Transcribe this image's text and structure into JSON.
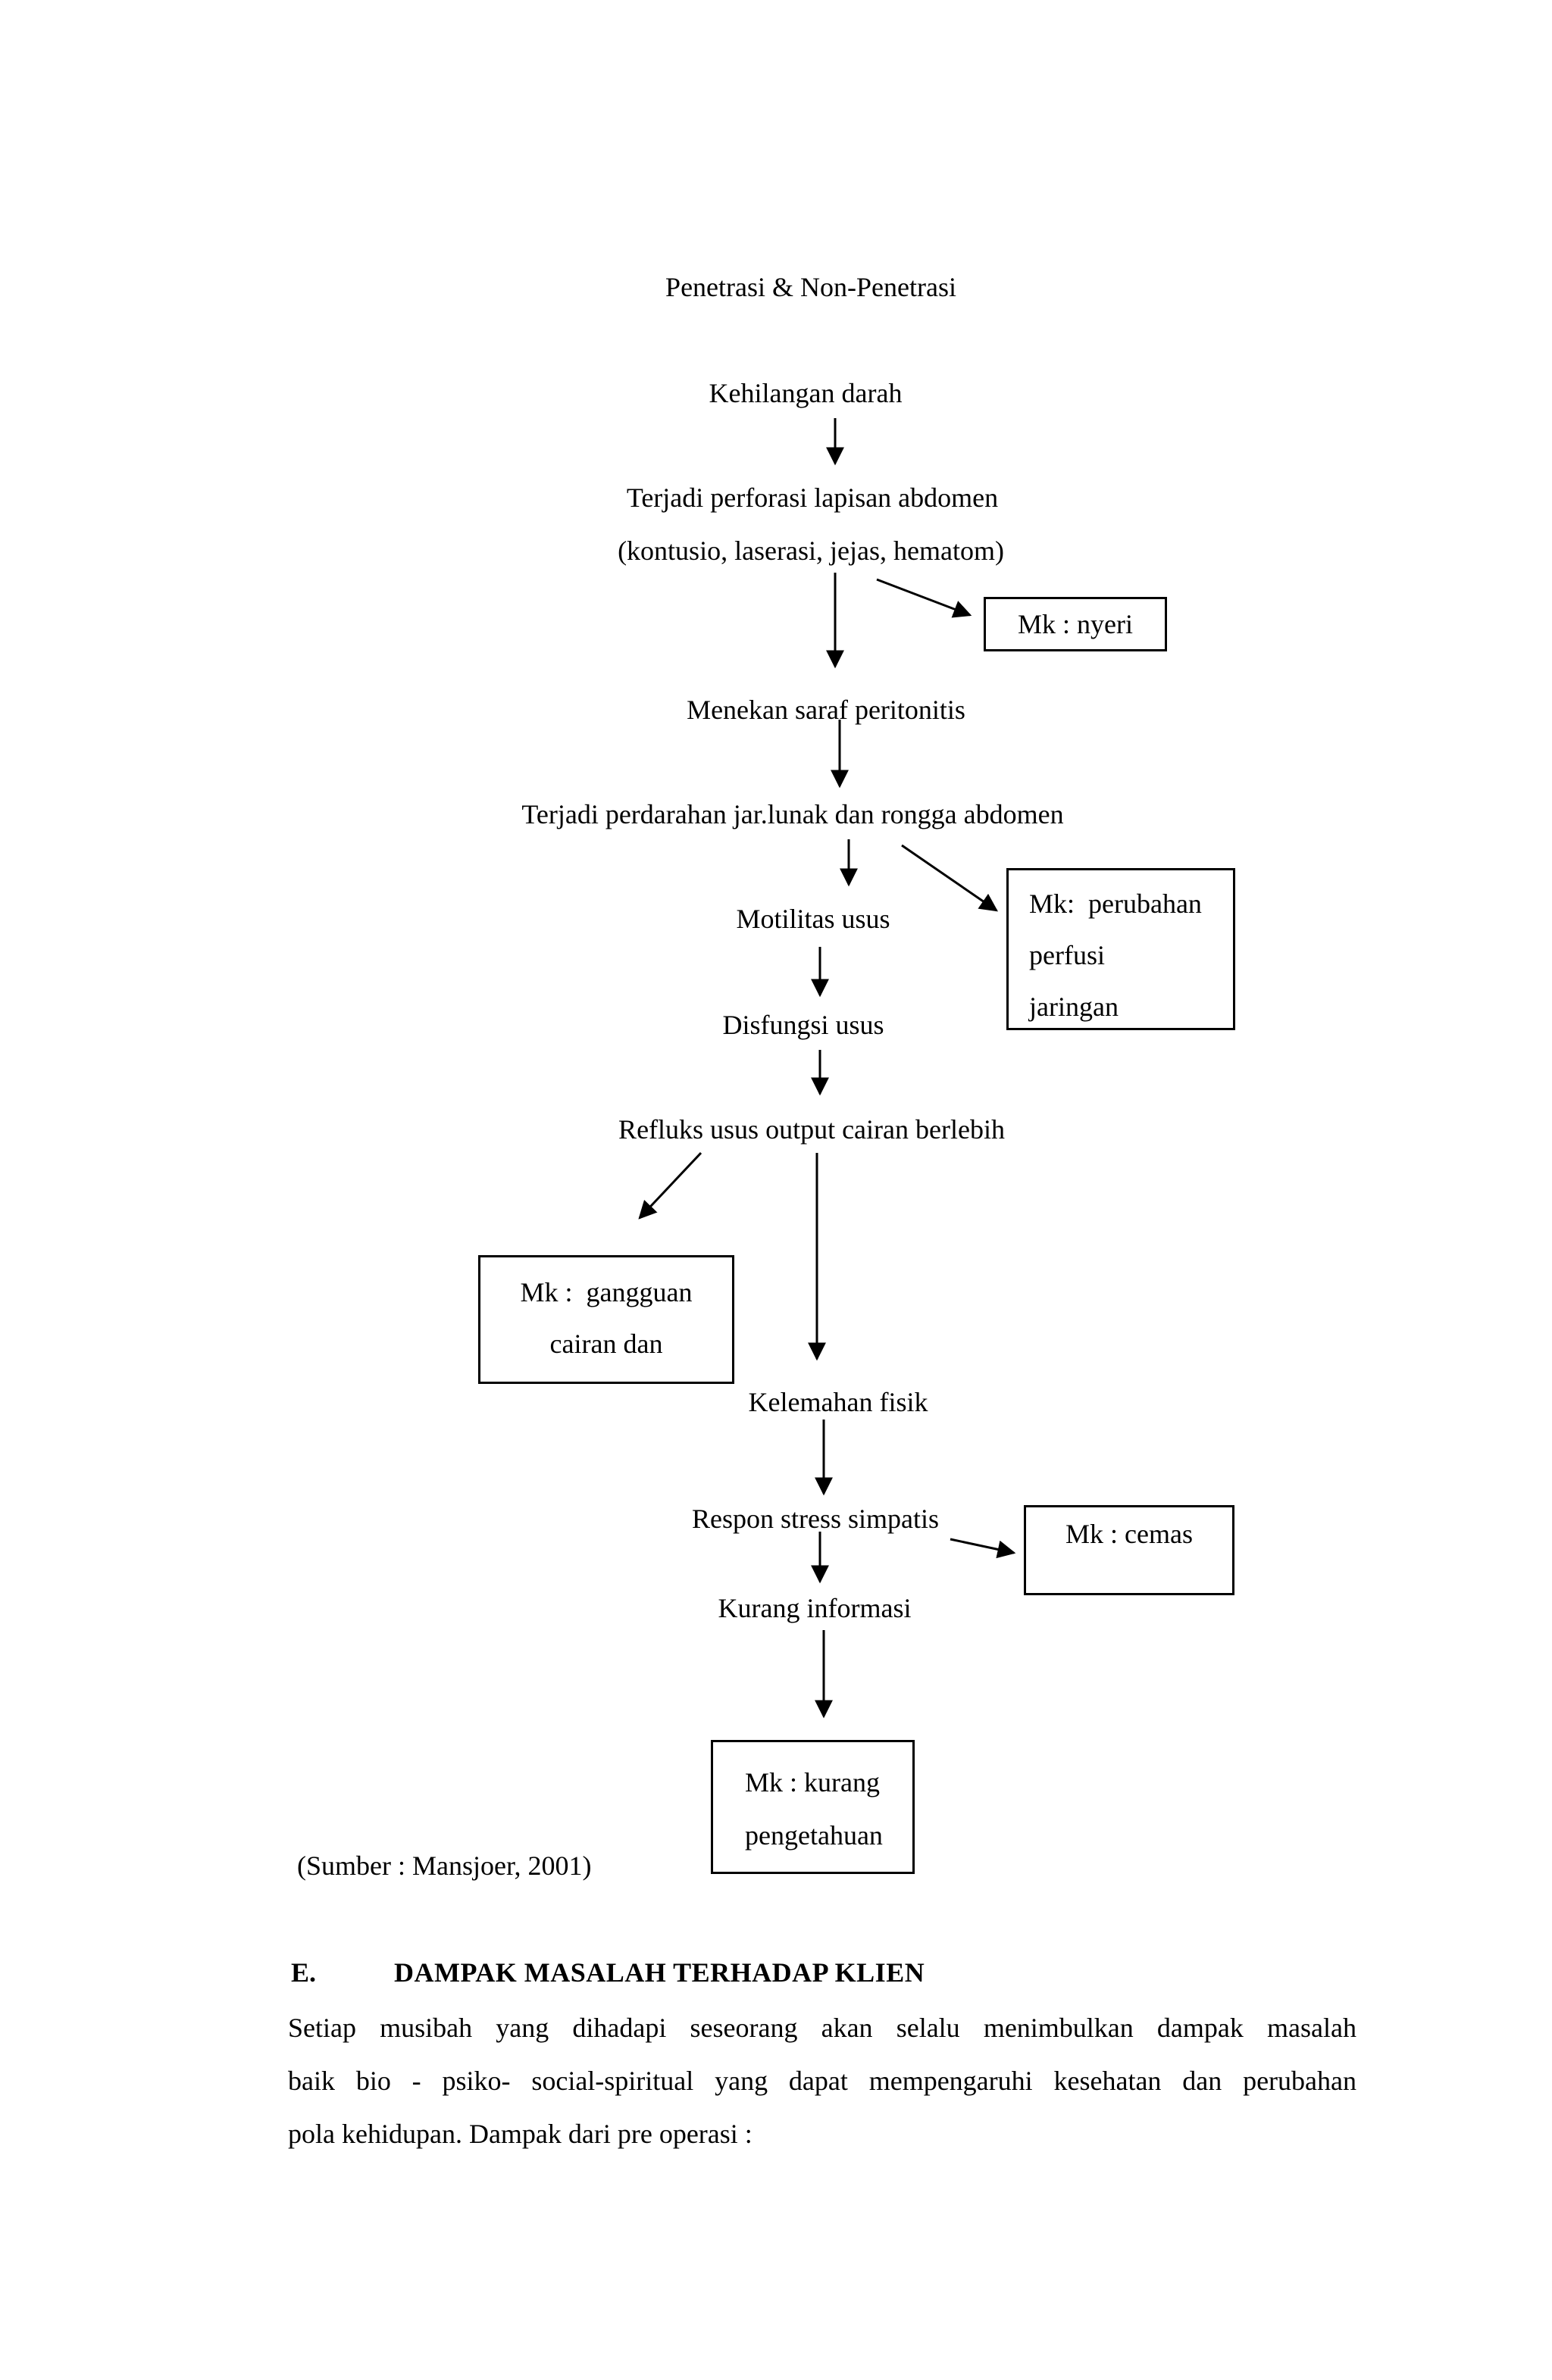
{
  "page": {
    "background": "#ffffff",
    "text_color": "#000000"
  },
  "diagram": {
    "title": "Penetrasi & Non-Penetrasi",
    "flow_nodes": [
      {
        "id": "kehilangan-darah",
        "text": "Kehilangan darah"
      },
      {
        "id": "perforasi-line1",
        "text": "Terjadi perforasi lapisan abdomen"
      },
      {
        "id": "perforasi-line2",
        "text": "(kontusio, laserasi, jejas, hematom)"
      },
      {
        "id": "menekan-saraf",
        "text": "Menekan saraf peritonitis"
      },
      {
        "id": "perdarahan",
        "text": "Terjadi perdarahan jar.lunak dan rongga abdomen"
      },
      {
        "id": "motilitas-usus",
        "text": "Motilitas usus"
      },
      {
        "id": "disfungsi-usus",
        "text": "Disfungsi usus"
      },
      {
        "id": "refluks",
        "text": "Refluks usus output cairan berlebih"
      },
      {
        "id": "kelemahan-fisik",
        "text": "Kelemahan fisik"
      },
      {
        "id": "respon-stress",
        "text": "Respon stress simpatis"
      },
      {
        "id": "kurang-informasi",
        "text": "Kurang informasi"
      }
    ],
    "mk_boxes": [
      {
        "id": "mk-nyeri",
        "lines": [
          "Mk : nyeri"
        ]
      },
      {
        "id": "mk-perfusi",
        "lines": [
          "Mk:  perubahan",
          "perfusi",
          "jaringan"
        ]
      },
      {
        "id": "mk-gangguan",
        "lines": [
          "Mk :  gangguan",
          "cairan dan"
        ]
      },
      {
        "id": "mk-cemas",
        "lines": [
          "Mk : cemas"
        ]
      },
      {
        "id": "mk-pengetahuan",
        "lines": [
          "Mk : kurang",
          "pengetahuan"
        ]
      }
    ],
    "source_note": "(Sumber : Mansjoer, 2001)"
  },
  "section": {
    "label": "E.",
    "heading": "DAMPAK MASALAH TERHADAP KLIEN",
    "body_lines": [
      "Setiap musibah yang dihadapi seseorang akan selalu menimbulkan dampak masalah",
      "baik bio - psiko- social-spiritual yang dapat mempengaruhi kesehatan dan perubahan",
      "pola kehidupan. Dampak dari pre operasi :"
    ]
  }
}
